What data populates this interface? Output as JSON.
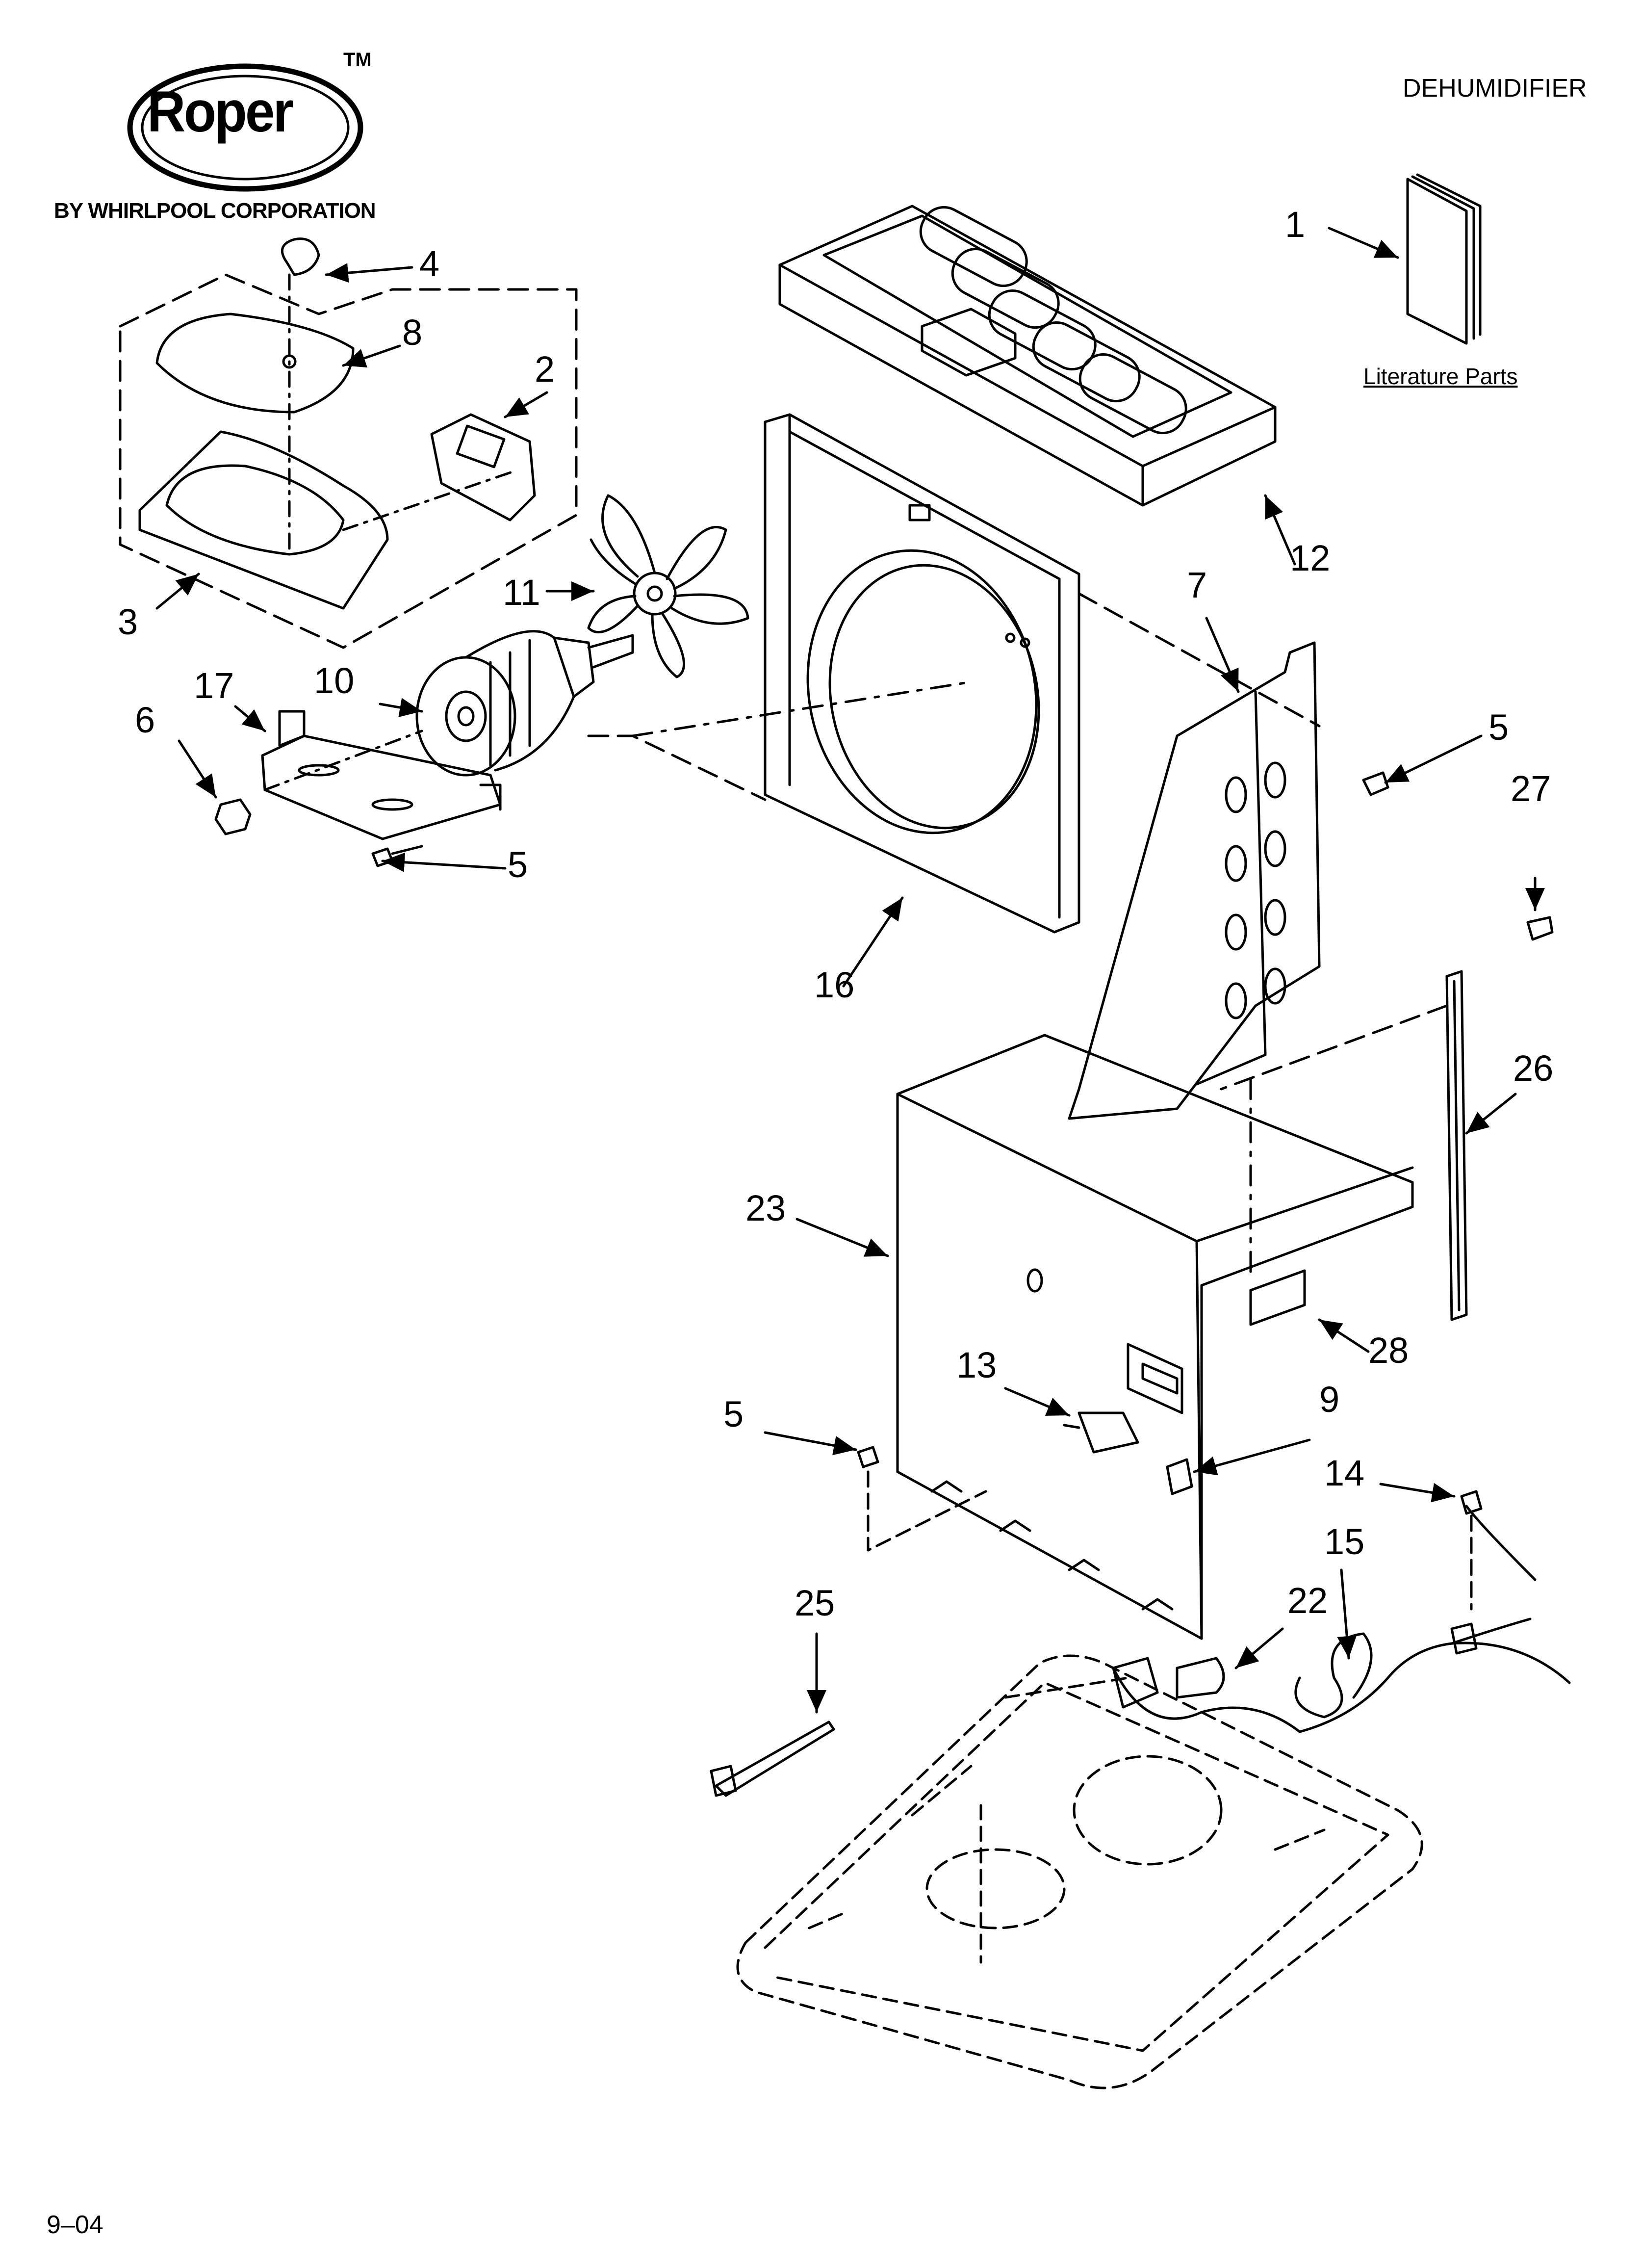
{
  "header": {
    "title": "DEHUMIDIFIER",
    "brand": "Roper",
    "trademark": "TM",
    "tagline": "BY WHIRLPOOL CORPORATION"
  },
  "footer": {
    "code": "9–04"
  },
  "literature_label": "Literature Parts",
  "callouts": {
    "p1": "1",
    "p2": "2",
    "p3": "3",
    "p4": "4",
    "p5a": "5",
    "p5b": "5",
    "p5c": "5",
    "p6": "6",
    "p7": "7",
    "p8": "8",
    "p9": "9",
    "p10": "10",
    "p11": "11",
    "p12": "12",
    "p13": "13",
    "p14": "14",
    "p15": "15",
    "p16": "16",
    "p17": "17",
    "p22": "22",
    "p23": "23",
    "p25": "25",
    "p26": "26",
    "p27": "27",
    "p28": "28"
  }
}
